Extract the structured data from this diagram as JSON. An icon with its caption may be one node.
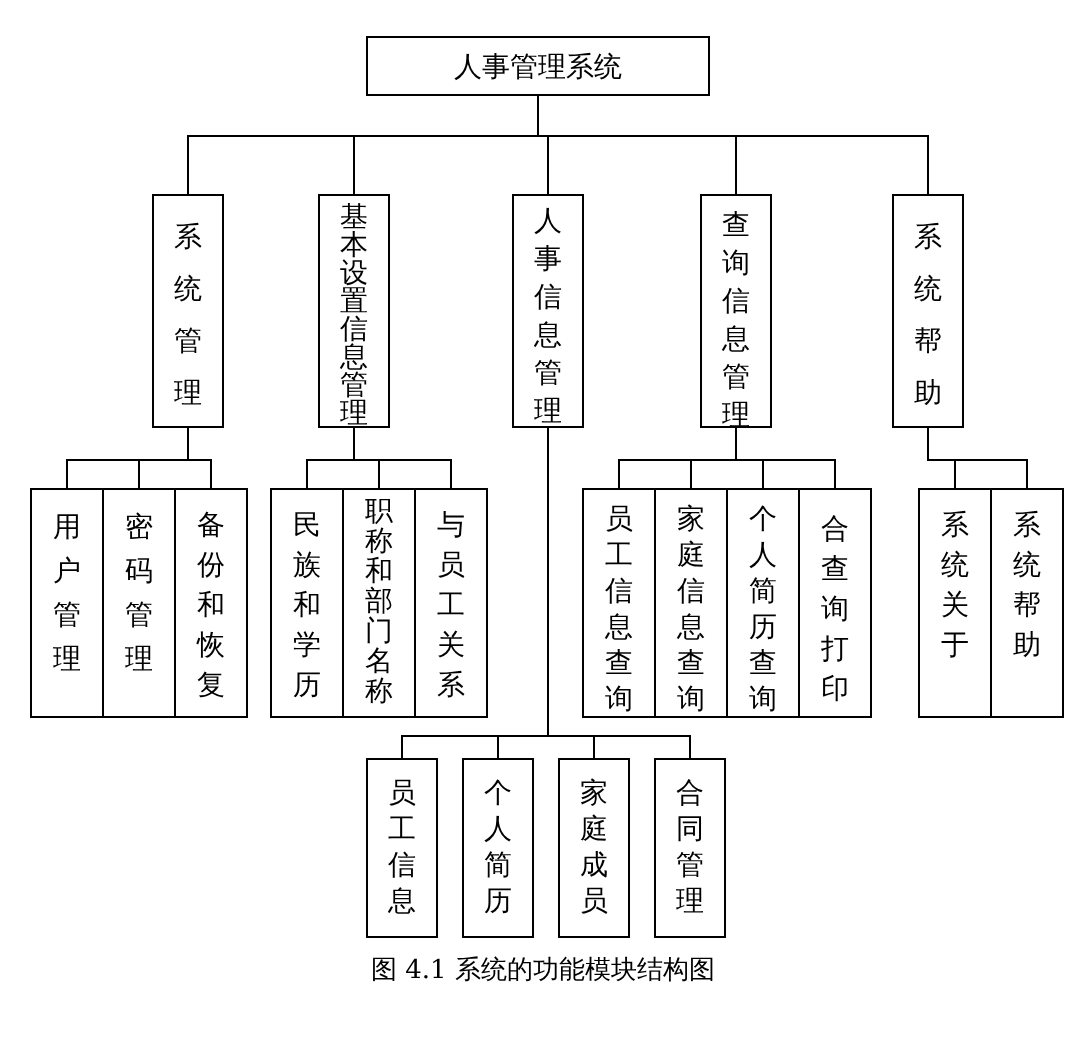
{
  "diagram": {
    "caption": "图 4.1 系统的功能模块结构图",
    "nodes": [
      {
        "text": [
          "人事管理系统"
        ]
      },
      {
        "text": [
          "系统管理"
        ]
      },
      {
        "text": [
          "基本设置信息管理"
        ]
      },
      {
        "text": [
          "人事信息管理"
        ]
      },
      {
        "text": [
          "查询信息管理"
        ]
      },
      {
        "text": [
          "系统帮助"
        ]
      },
      {
        "text": [
          "用户管理"
        ]
      },
      {
        "text": [
          "密码管理"
        ]
      },
      {
        "text": [
          "备份和恢复"
        ]
      },
      {
        "text": [
          "民族和学历"
        ]
      },
      {
        "text": [
          "职称和部门名称"
        ]
      },
      {
        "text": [
          "与员工关系"
        ]
      },
      {
        "text": [
          "员工信息查询"
        ]
      },
      {
        "text": [
          "家庭信息查询"
        ]
      },
      {
        "text": [
          "个人简历查询"
        ]
      },
      {
        "text": [
          "合查询打印"
        ]
      },
      {
        "text": [
          "系统关于"
        ]
      },
      {
        "text": [
          "系统帮助"
        ]
      },
      {
        "text": [
          "员工信息"
        ]
      },
      {
        "text": [
          "个人简历"
        ]
      },
      {
        "text": [
          "家庭成员"
        ]
      },
      {
        "text": [
          "合同管理"
        ]
      }
    ],
    "edges": [
      {
        "from": 0,
        "to": 1,
        "arrow": "none"
      },
      {
        "from": 0,
        "to": 2,
        "arrow": "none"
      },
      {
        "from": 0,
        "to": 3,
        "arrow": "none"
      },
      {
        "from": 0,
        "to": 4,
        "arrow": "none"
      },
      {
        "from": 0,
        "to": 5,
        "arrow": "none"
      },
      {
        "from": 1,
        "to": 6,
        "arrow": "none"
      },
      {
        "from": 1,
        "to": 7,
        "arrow": "none"
      },
      {
        "from": 1,
        "to": 8,
        "arrow": "none"
      },
      {
        "from": 2,
        "to": 9,
        "arrow": "none"
      },
      {
        "from": 2,
        "to": 10,
        "arrow": "none"
      },
      {
        "from": 2,
        "to": 11,
        "arrow": "none"
      },
      {
        "from": 4,
        "to": 12,
        "arrow": "none"
      },
      {
        "from": 4,
        "to": 13,
        "arrow": "none"
      },
      {
        "from": 4,
        "to": 14,
        "arrow": "none"
      },
      {
        "from": 4,
        "to": 15,
        "arrow": "none"
      },
      {
        "from": 5,
        "to": 16,
        "arrow": "none"
      },
      {
        "from": 5,
        "to": 17,
        "arrow": "none"
      },
      {
        "from": 3,
        "to": 18,
        "arrow": "none"
      },
      {
        "from": 3,
        "to": 19,
        "arrow": "none"
      },
      {
        "from": 3,
        "to": 20,
        "arrow": "none"
      },
      {
        "from": 3,
        "to": 21,
        "arrow": "none"
      }
    ]
  }
}
